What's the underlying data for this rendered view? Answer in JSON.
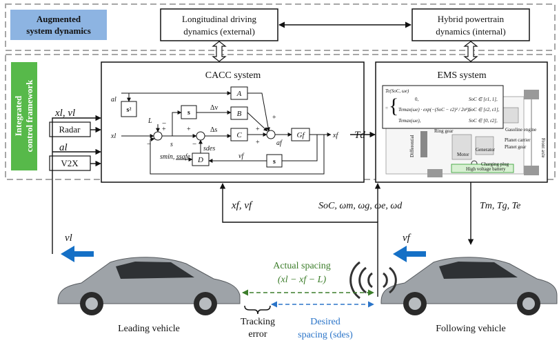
{
  "colors": {
    "augmented_bg": "#8db4e2",
    "framework_bg": "#57b94a",
    "arrow_blue": "#1570c6",
    "green_text": "#3c7d2a",
    "blue_text": "#2a74c8",
    "dash_gray": "#a6a6a6"
  },
  "labels": {
    "augmented": [
      "Augmented",
      "system dynamics"
    ],
    "framework": [
      "Integrated",
      "control framework"
    ],
    "longitudinal": [
      "Longitudinal driving",
      "dynamics (external)"
    ],
    "hybrid": [
      "Hybrid powertrain",
      "dynamics (internal)"
    ],
    "cacc_title": "CACC system",
    "ems_title": "EMS system",
    "radar": "Radar",
    "v2x": "V2X",
    "xl_vl": "xl, vl",
    "al": "al",
    "td": "Td",
    "xf_vf": "xf, vf",
    "soc_omegas": "SoC, ωm, ωg, ωe, ωd",
    "tm_tg_te": "Tm, Tg, Te",
    "vl": "vl",
    "vf": "vf",
    "actual_spacing": [
      "Actual spacing",
      "(xl − xf − L)"
    ],
    "tracking_error": [
      "Tracking",
      "error"
    ],
    "desired_spacing": [
      "Desired",
      "spacing (sdes)"
    ],
    "leading_vehicle": "Leading vehicle",
    "following_vehicle": "Following vehicle"
  },
  "cacc": {
    "s2": "s²",
    "A": "A",
    "B": "B",
    "C": "C",
    "Gf": "Gf",
    "s_block": "s",
    "s_feedback": "s",
    "D": "D",
    "al_in": "al",
    "xl_in": "xl",
    "L": "L",
    "s_sig": "s",
    "dv": "Δv",
    "ds": "Δs",
    "af": "af",
    "xf_out": "xf",
    "sdes": "sdes",
    "vf_sig": "vf",
    "smin_ssafe": "smin, ssafe"
  },
  "ems": {
    "eq_lhs": "Te(SoC, ωe)",
    "eq_row1": "0,",
    "eq_row1_cond": "SoC ∈ [ε1, 1],",
    "eq_row2": "Temax(ωe) · exp(−(SoC − ε2)² / 2σ²),",
    "eq_row2_cond": "SoC ∈ [ε2, ε1],",
    "eq_row3": "Temax(ωe),",
    "eq_row3_cond": "SoC ∈ [0, ε2],",
    "parts": [
      "Gasoline engine",
      "Planet carrier",
      "Ring gear",
      "Motor",
      "Generator",
      "Planet gear",
      "Charging plug",
      "High voltage battery",
      "Front axle",
      "Differential"
    ]
  }
}
